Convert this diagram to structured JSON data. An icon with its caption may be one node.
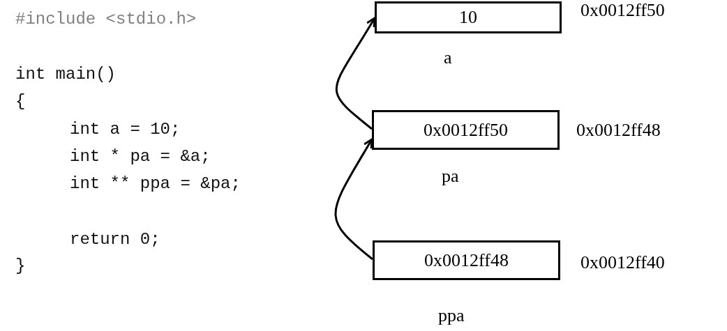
{
  "diagram": {
    "nodes": [
      {
        "text": [
          "10"
        ],
        "beside": [
          "0x0012ff50",
          "a"
        ]
      },
      {
        "text": [
          "0x0012ff50"
        ],
        "beside": [
          "0x0012ff48",
          "pa"
        ]
      },
      {
        "text": [
          "0x0012ff48"
        ],
        "beside": [
          "0x0012ff40",
          "ppa"
        ]
      }
    ],
    "edges": [
      {
        "from": 2,
        "to": 1,
        "arrow": "to"
      },
      {
        "from": 1,
        "to": 0,
        "arrow": "to"
      }
    ],
    "labels": [
      "#include <stdio.h>",
      "int main()",
      "{",
      "int a = 10;",
      "int * pa = &a;",
      "int ** ppa = &pa;",
      "return 0;",
      "}"
    ]
  }
}
